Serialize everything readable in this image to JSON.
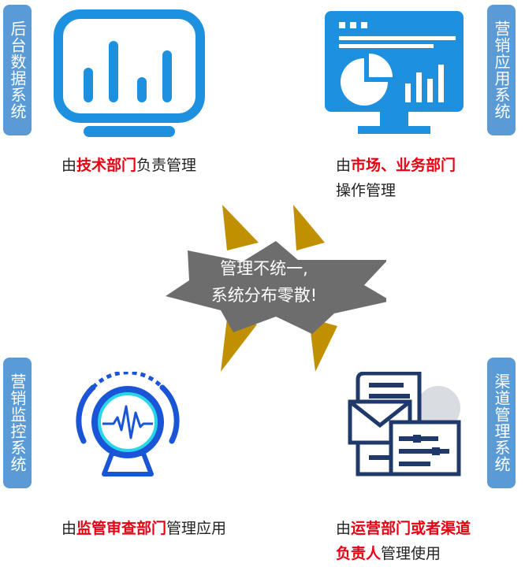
{
  "tags": {
    "top_left": "后台数据系统",
    "top_right": "营销应用系统",
    "bottom_left": "营销监控系统",
    "bottom_right": "渠道管理系统"
  },
  "captions": {
    "top_left": {
      "pre": "由",
      "highlight": "技术部门",
      "post": "负责管理"
    },
    "top_right": {
      "pre": "由",
      "highlight": "市场、业务部门",
      "line2": "操作管理"
    },
    "bottom_left": {
      "pre": "由",
      "highlight": "监管审查部门",
      "post": "管理应用"
    },
    "bottom_right": {
      "pre": "由",
      "highlight": "运营部门或者渠道",
      "highlight2": "负责人",
      "post": "管理使用"
    }
  },
  "center": {
    "line1": "管理不统一,",
    "line2": "系统分布零散!"
  },
  "icons": {
    "top_left": "bar-chart-monitor-icon",
    "top_right": "dashboard-monitor-icon",
    "bottom_left": "webcam-pulse-icon",
    "bottom_right": "mail-document-icon"
  },
  "colors": {
    "tag_bg": "#5b9bd5",
    "highlight": "#e60012",
    "icon_blue": "#1e90e0",
    "starburst": "#707070",
    "rays": "#c09000"
  }
}
